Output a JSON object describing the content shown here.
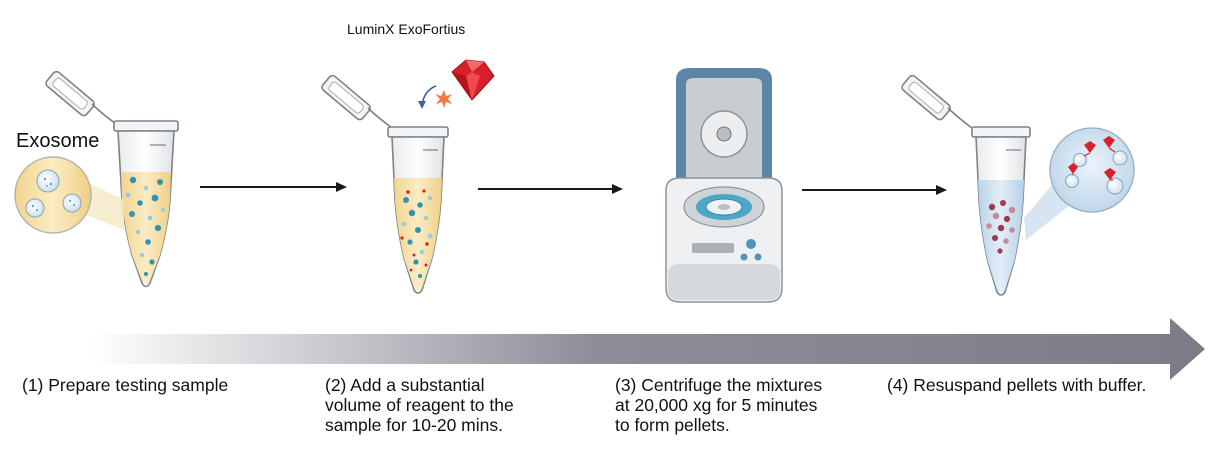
{
  "labels": {
    "exosome": "Exosome",
    "reagent": "LuminX ExoFortius"
  },
  "steps": [
    {
      "text": "(1) Prepare testing sample"
    },
    {
      "text": "(2) Add a substantial\nvolume of reagent to the\nsample for 10-20 mins."
    },
    {
      "text": "(3) Centrifuge the mixtures\nat 20,000 xg for 5 minutes\nto form pellets."
    },
    {
      "text": "(4) Resuspand pellets with buffer."
    }
  ],
  "colors": {
    "timeline_arrow": "#84848f",
    "sample_liquid": "#f6dfa6",
    "exosome_blue": "#2f93b3",
    "reagent_red": "#d9202a",
    "centrifuge_lid": "#5b86a8",
    "buffer_liquid": "#c9dff0",
    "pellet": "#9e3a4d"
  },
  "icons": [
    "microtube-icon",
    "exosome-zoom-icon",
    "ruby-reagent-icon",
    "centrifuge-icon",
    "step-arrow-icon",
    "timeline-arrow-icon"
  ]
}
